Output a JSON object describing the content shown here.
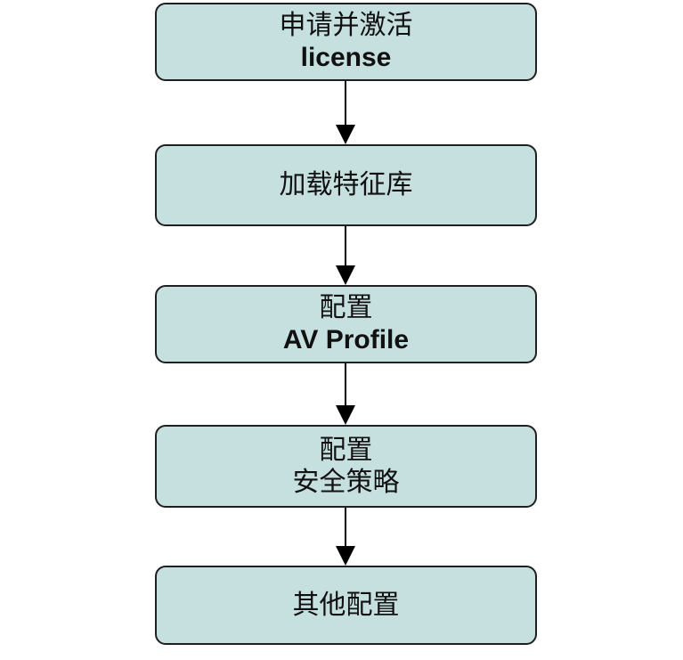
{
  "steps": [
    {
      "line1": "申请并激活",
      "line2": "license"
    },
    {
      "line1": "加载特征库"
    },
    {
      "line1": "配置",
      "line2": "AV Profile"
    },
    {
      "line1": "配置",
      "line2": "安全策略"
    },
    {
      "line1": "其他配置"
    }
  ],
  "colors": {
    "box_fill": "#c6dfdf",
    "box_border": "#1f1f1f",
    "arrow": "#000000",
    "text": "#111111"
  }
}
